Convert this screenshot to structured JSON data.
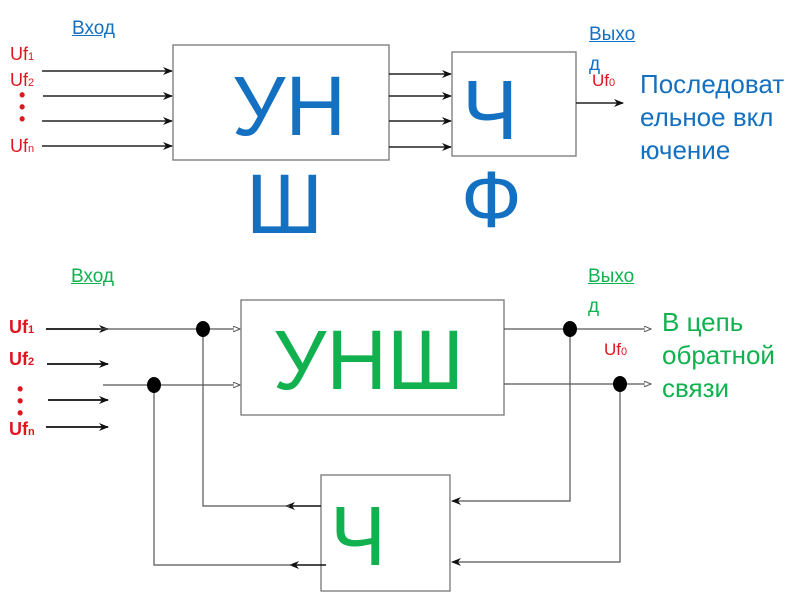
{
  "top_diagram": {
    "input_label": "Вход",
    "output_label": "Выход",
    "inputs": [
      "Uf",
      "Uf",
      "Uf"
    ],
    "input_subscripts": [
      "1",
      "2",
      "n"
    ],
    "dots": "•",
    "block_1": "УНШ",
    "block_1_line1": "УН",
    "block_1_line2": "Ш",
    "block_2": "ЧФ",
    "block_2_line1": "Ч",
    "block_2_line2": "Ф",
    "output_signal": "Uf",
    "output_subscript": "0",
    "description": "Последовательное включение",
    "color": "#1470c0"
  },
  "bottom_diagram": {
    "input_label": "Вход",
    "output_label": "Выход",
    "inputs": [
      "Uf",
      "Uf",
      "Uf"
    ],
    "input_subscripts": [
      "1",
      "2",
      "n"
    ],
    "dots": "•",
    "main_block": "УНШ",
    "feedback_block": "Ч",
    "output_signal": "Uf",
    "output_subscript": "0",
    "description": "В цепь обратной связи",
    "color": "#11b14f"
  },
  "signal_color": "#e0161e"
}
